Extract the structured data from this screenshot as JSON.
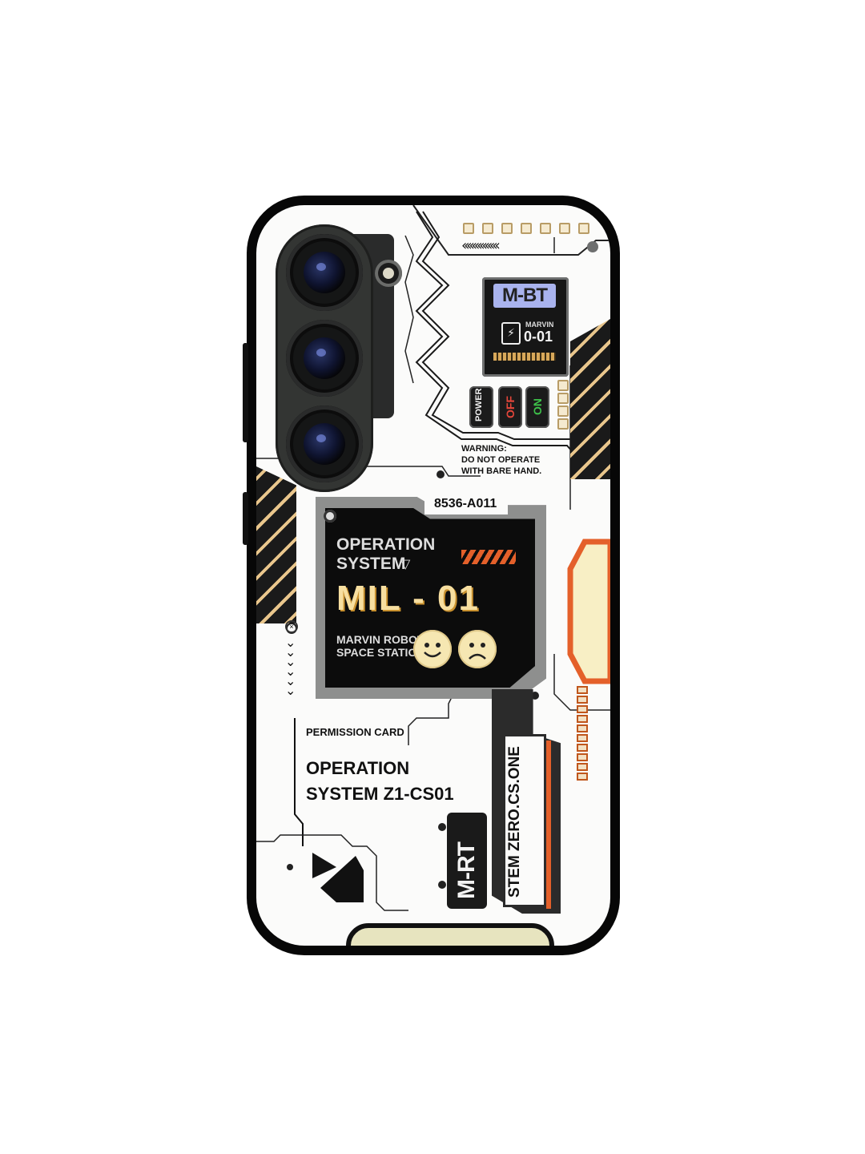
{
  "product": {
    "case_color": "#070707",
    "back_color": "#fbfbfa",
    "accent_orange": "#e4602a",
    "accent_cream": "#f8efc5",
    "lens_tint": "#1b2350"
  },
  "module": {
    "badge": "M-BT",
    "name": "MARVIN",
    "code": "0-01"
  },
  "switches": {
    "power": "POWER",
    "off": "OFF",
    "on": "ON"
  },
  "warning": {
    "line1": "WARNING:",
    "line2": "DO NOT OPERATE",
    "line3": "WITH BARE HAND."
  },
  "screen": {
    "serial": "8536-A011",
    "heading_line1": "OPERATION",
    "heading_line2": "SYSTEM",
    "title": "MIL - 01",
    "subtitle_line1": "MARVIN ROBOT",
    "subtitle_line2": "SPACE STATION"
  },
  "permission": {
    "label": "PERMISSION CARD",
    "line1": "OPERATION",
    "line2": "SYSTEM Z1-CS01"
  },
  "vertical": {
    "badge": "M-RT",
    "system": "STEM ZERO.CS.ONE"
  }
}
